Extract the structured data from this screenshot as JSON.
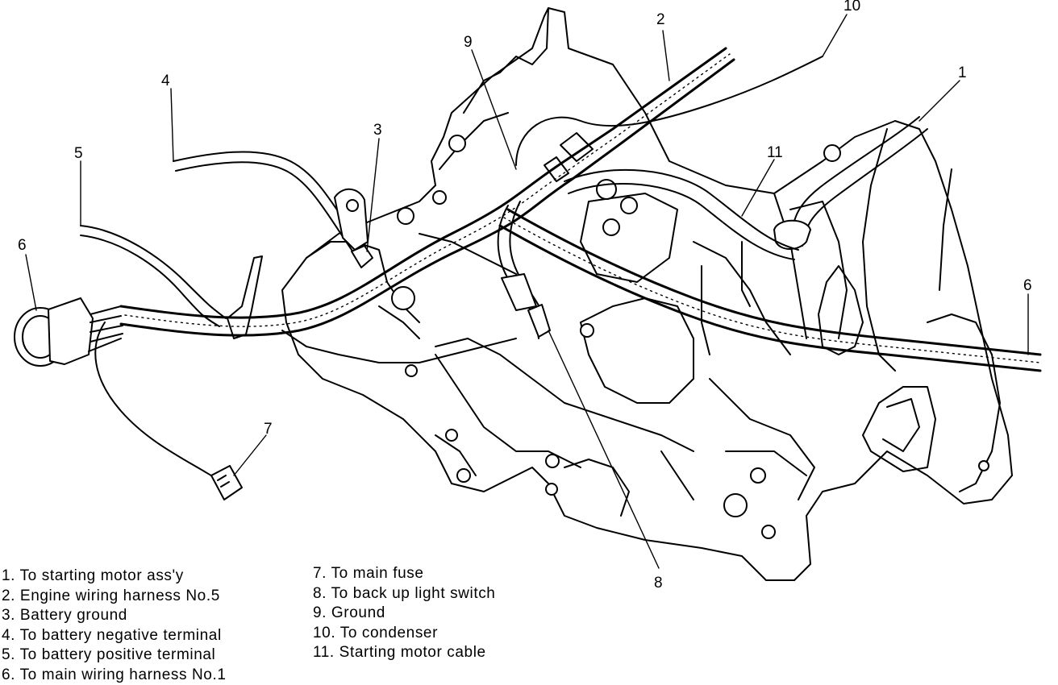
{
  "callouts": [
    {
      "number": "1"
    },
    {
      "number": "2"
    },
    {
      "number": "3"
    },
    {
      "number": "4"
    },
    {
      "number": "5"
    },
    {
      "number": "6"
    },
    {
      "number": "6"
    },
    {
      "number": "7"
    },
    {
      "number": "8"
    },
    {
      "number": "9"
    },
    {
      "number": "10"
    },
    {
      "number": "11"
    }
  ],
  "legend": {
    "left": [
      "1. To starting motor ass'y",
      "2. Engine wiring harness No.5",
      "3. Battery ground",
      "4. To battery negative terminal",
      "5. To battery positive terminal",
      "6. To main wiring harness No.1"
    ],
    "right": [
      "7. To main fuse",
      "8. To back up light switch",
      "9. Ground",
      "10. To condenser",
      "11. Starting motor cable"
    ]
  }
}
